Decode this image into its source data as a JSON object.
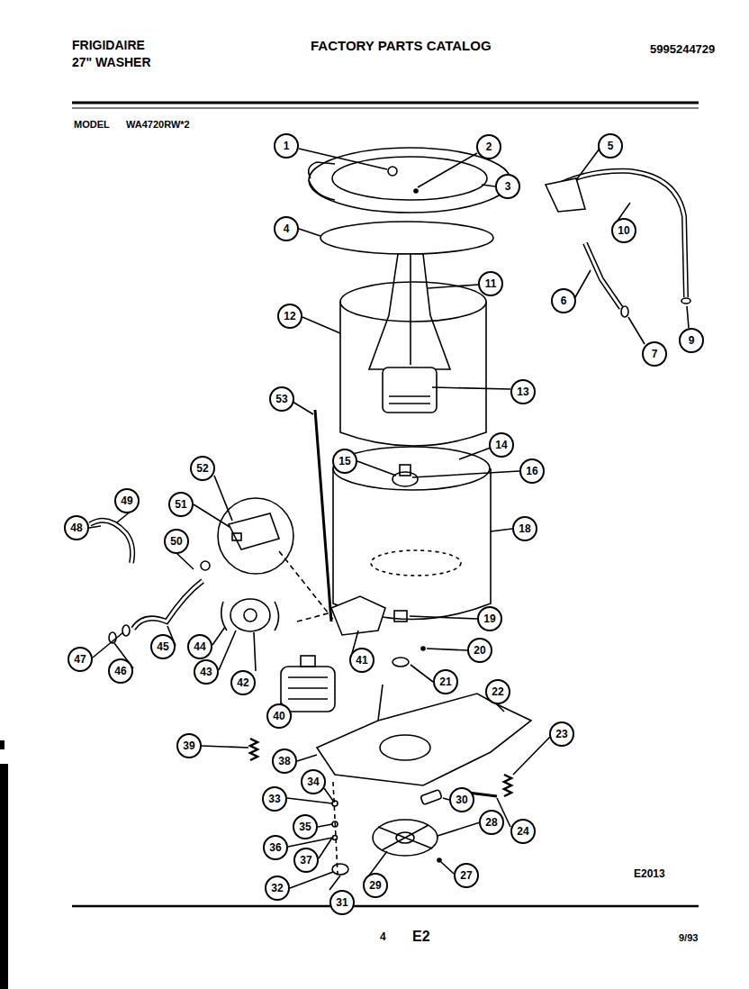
{
  "diagram": {
    "title": "FACTORY PARTS CATALOG",
    "labels": [
      "FRIGIDAIRE",
      "27\" WASHER",
      "5995244729",
      "MODEL",
      "WA4720RW*2",
      "E2013",
      "4",
      "E2",
      "9/93",
      "1",
      "2",
      "3",
      "4",
      "5",
      "6",
      "7",
      "9",
      "10",
      "11",
      "12",
      "13",
      "14",
      "15",
      "16",
      "18",
      "19",
      "20",
      "21",
      "22",
      "23",
      "24",
      "27",
      "28",
      "29",
      "30",
      "31",
      "32",
      "33",
      "34",
      "35",
      "36",
      "37",
      "38",
      "39",
      "40",
      "41",
      "42",
      "43",
      "44",
      "45",
      "46",
      "47",
      "48",
      "49",
      "50",
      "51",
      "52",
      "53"
    ]
  }
}
